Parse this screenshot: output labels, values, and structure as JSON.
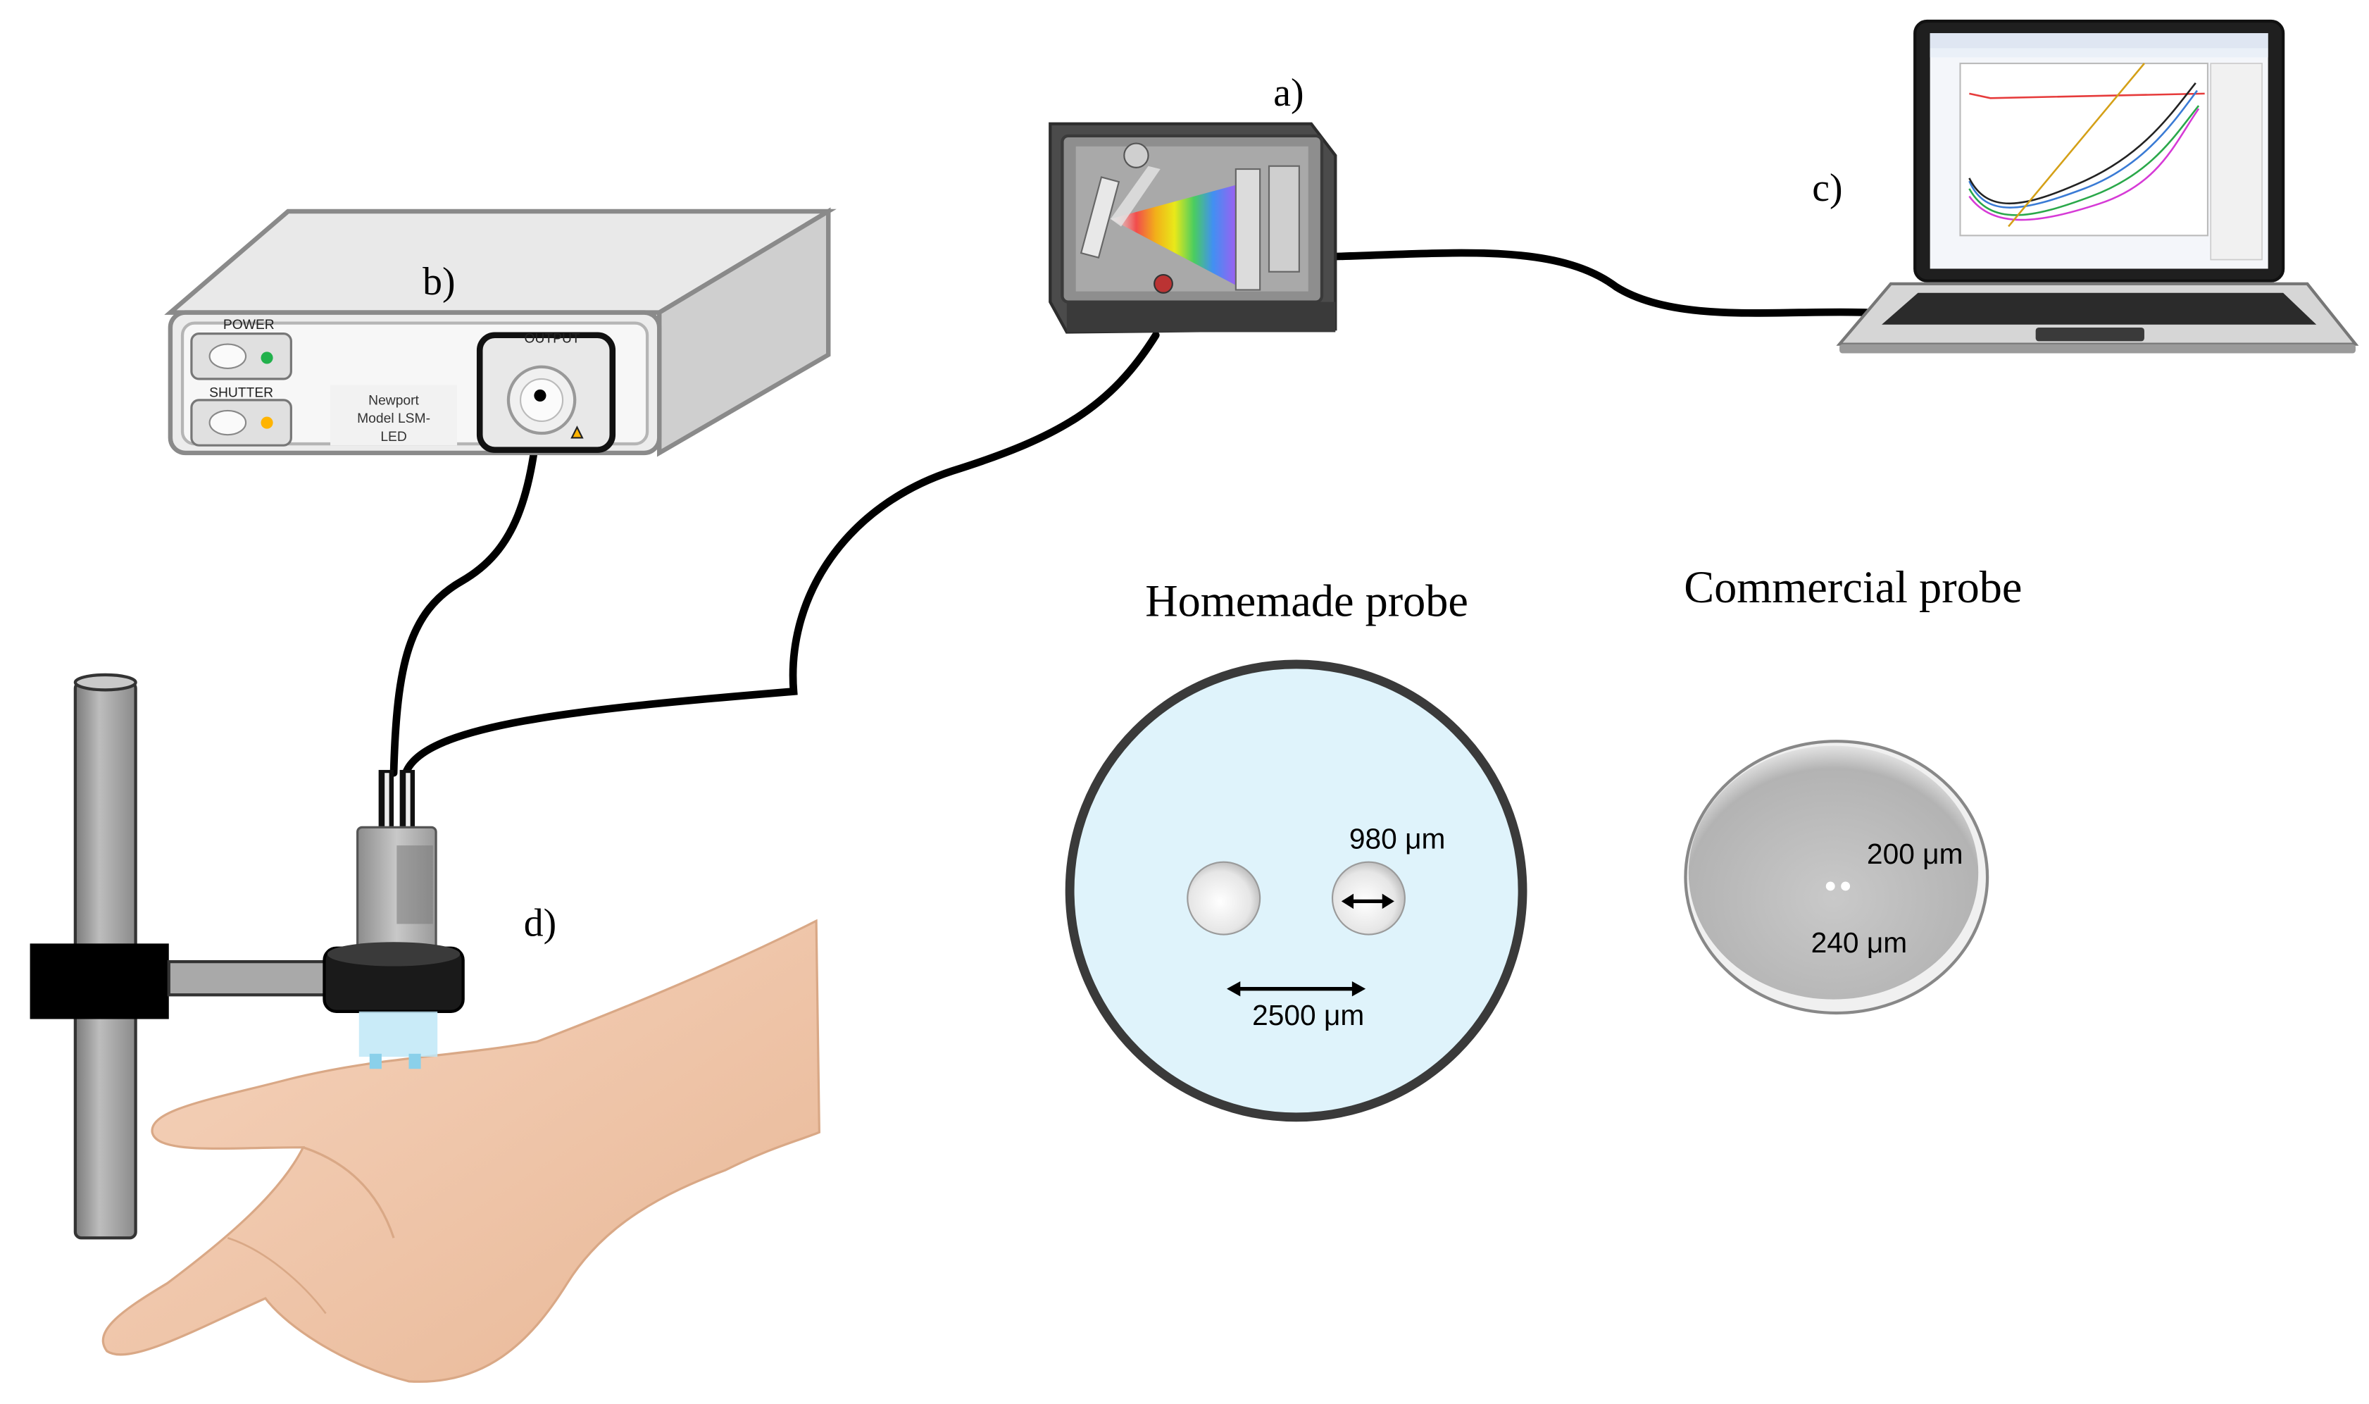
{
  "labels": {
    "a": "a)",
    "b": "b)",
    "c": "c)",
    "d": "d)"
  },
  "light_source": {
    "power_label": "POWER",
    "shutter_label": "SHUTTER",
    "output_label": "OUTPUT",
    "model_line1": "Newport",
    "model_line2": "Model LSM-",
    "model_line3": "LED"
  },
  "homemade_probe": {
    "title": "Homemade probe",
    "fiber_diameter": "980 μm",
    "separation": "2500 μm"
  },
  "commercial_probe": {
    "title": "Commercial probe",
    "fiber_diameter": "200 μm",
    "separation": "240 μm"
  },
  "colors": {
    "cable": "#000000",
    "device_gray": "#d9d9d9",
    "probe_face_blue": "#dff3fb",
    "commercial_face": "#bdbdbd",
    "power_led": "#22b14c",
    "shutter_led": "#ffb400",
    "skin": "#f1c7a8"
  },
  "icons": {
    "spectrometer": "spectrometer-icon",
    "light_source": "light-source-icon",
    "laptop": "laptop-icon",
    "warning": "laser-warning-icon"
  }
}
